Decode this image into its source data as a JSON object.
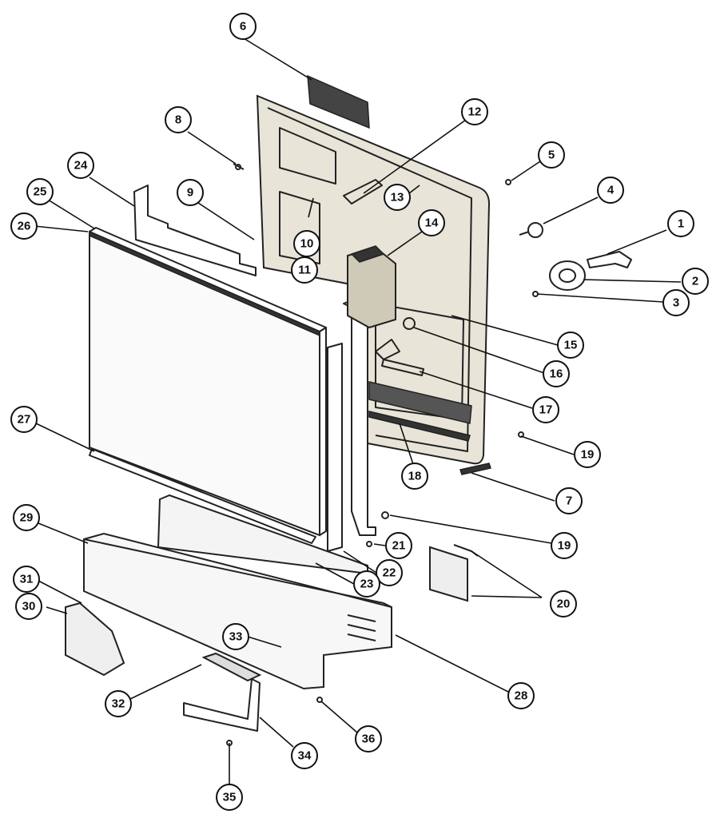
{
  "callouts": [
    {
      "id": "c1",
      "label": "1"
    },
    {
      "id": "c2",
      "label": "2"
    },
    {
      "id": "c3",
      "label": "3"
    },
    {
      "id": "c4",
      "label": "4"
    },
    {
      "id": "c5",
      "label": "5"
    },
    {
      "id": "c6",
      "label": "6"
    },
    {
      "id": "c7",
      "label": "7"
    },
    {
      "id": "c8",
      "label": "8"
    },
    {
      "id": "c9",
      "label": "9"
    },
    {
      "id": "c10",
      "label": "10"
    },
    {
      "id": "c11",
      "label": "11"
    },
    {
      "id": "c12",
      "label": "12"
    },
    {
      "id": "c13",
      "label": "13"
    },
    {
      "id": "c14",
      "label": "14"
    },
    {
      "id": "c15",
      "label": "15"
    },
    {
      "id": "c16",
      "label": "16"
    },
    {
      "id": "c17",
      "label": "17"
    },
    {
      "id": "c18",
      "label": "18"
    },
    {
      "id": "c19a",
      "label": "19"
    },
    {
      "id": "c19b",
      "label": "19"
    },
    {
      "id": "c20",
      "label": "20"
    },
    {
      "id": "c21",
      "label": "21"
    },
    {
      "id": "c22",
      "label": "22"
    },
    {
      "id": "c23",
      "label": "23"
    },
    {
      "id": "c24",
      "label": "24"
    },
    {
      "id": "c25",
      "label": "25"
    },
    {
      "id": "c26",
      "label": "26"
    },
    {
      "id": "c27",
      "label": "27"
    },
    {
      "id": "c28",
      "label": "28"
    },
    {
      "id": "c29",
      "label": "29"
    },
    {
      "id": "c30",
      "label": "30"
    },
    {
      "id": "c31",
      "label": "31"
    },
    {
      "id": "c32",
      "label": "32"
    },
    {
      "id": "c33",
      "label": "33"
    },
    {
      "id": "c34",
      "label": "34"
    },
    {
      "id": "c35",
      "label": "35"
    },
    {
      "id": "c36",
      "label": "36"
    }
  ]
}
